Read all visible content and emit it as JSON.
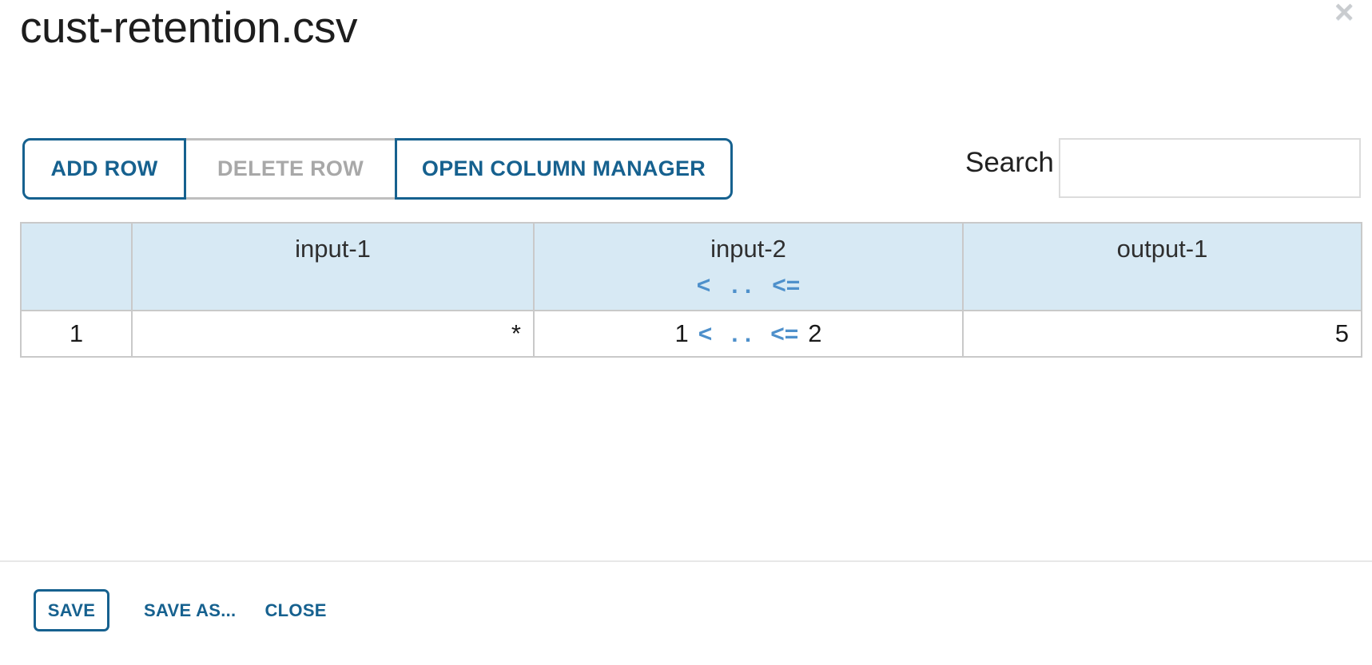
{
  "dialog": {
    "title": "cust-retention.csv"
  },
  "icons": {
    "close": "✕"
  },
  "toolbar": {
    "add_row": "ADD ROW",
    "delete_row": "DELETE ROW",
    "open_column_manager": "OPEN COLUMN MANAGER"
  },
  "search": {
    "label": "Search",
    "value": "",
    "placeholder": ""
  },
  "table": {
    "columns": [
      {
        "label": ""
      },
      {
        "label": "input-1"
      },
      {
        "label": "input-2",
        "operators": [
          "<",
          ". .",
          "<="
        ]
      },
      {
        "label": "output-1"
      }
    ],
    "rows": [
      {
        "num": "1",
        "input1": "*",
        "input2": {
          "lower": "1",
          "op1": "<",
          "mid": ". .",
          "op2": "<=",
          "upper": "2"
        },
        "output1": "5"
      }
    ]
  },
  "footer": {
    "save": "SAVE",
    "save_as": "SAVE AS...",
    "close": "CLOSE"
  },
  "colors": {
    "accent_blue": "#16618f",
    "operator_blue": "#4e90cb",
    "header_bg": "#d7e9f4",
    "disabled_text": "#a8a8a8",
    "border_gray": "#c9c9c9"
  }
}
